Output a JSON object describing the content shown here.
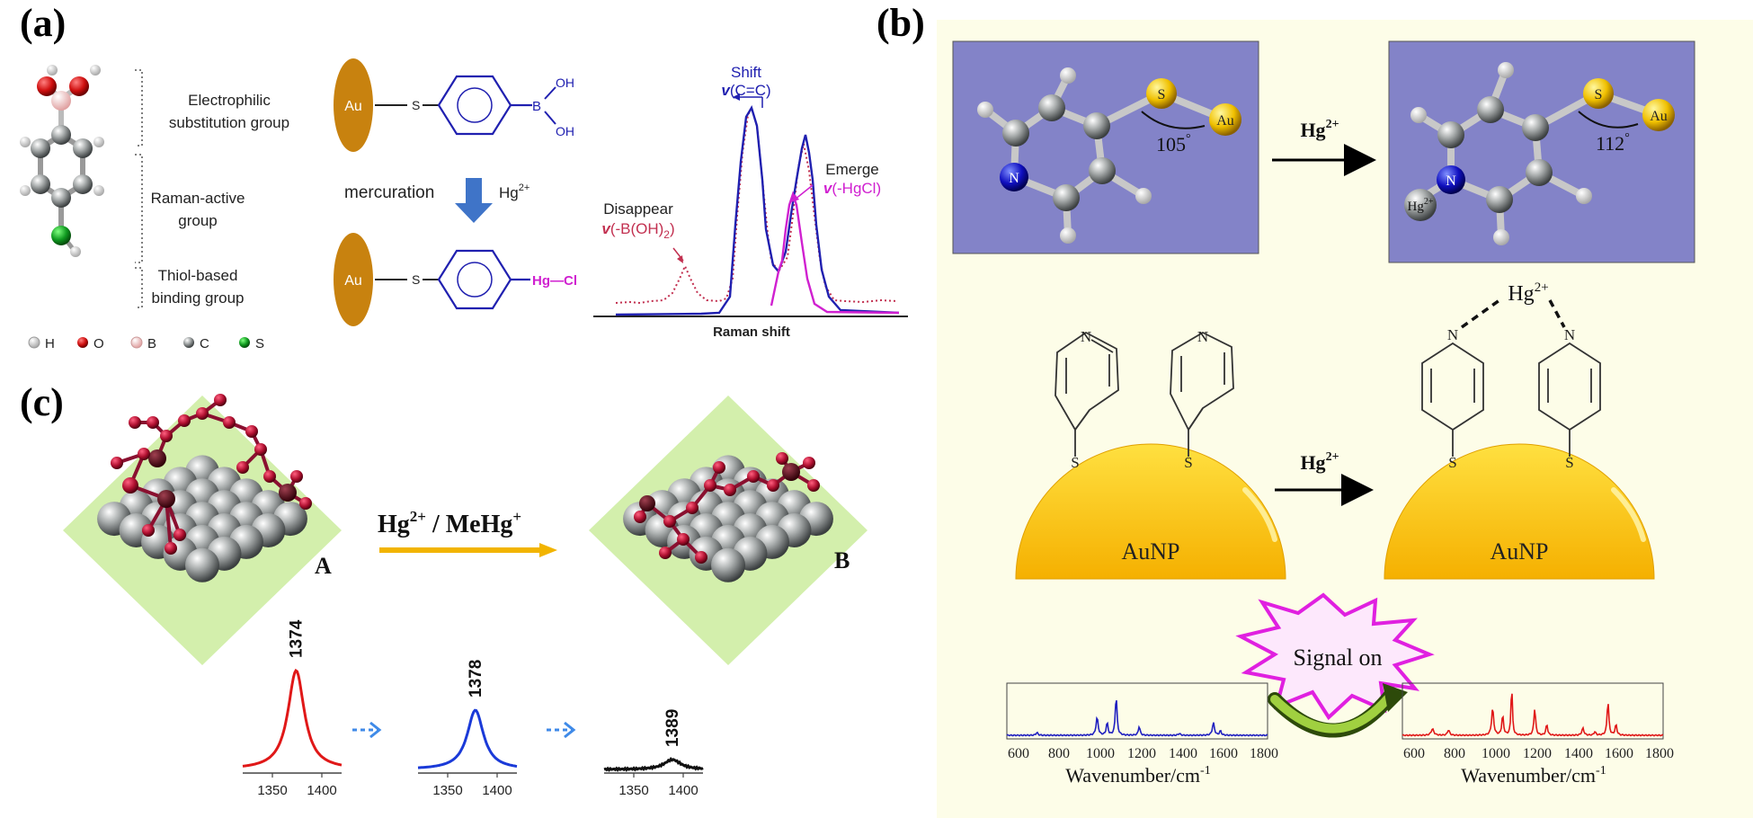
{
  "panel_a": {
    "label": "(a)",
    "groups": [
      "Electrophilic",
      "substitution group",
      "Raman-active",
      "group",
      "Thiol-based",
      "binding group"
    ],
    "legend": [
      {
        "sym": "H",
        "color": "#e8e8e8"
      },
      {
        "sym": "O",
        "color": "#d01818"
      },
      {
        "sym": "B",
        "color": "#f2c4c4"
      },
      {
        "sym": "C",
        "color": "#808080"
      },
      {
        "sym": "S",
        "color": "#1a9a2a"
      }
    ],
    "au": "Au",
    "s": "S",
    "b": "B",
    "oh": "OH",
    "mercuration": "mercuration",
    "hg2": "Hg",
    "hgcl": "Hg—Cl",
    "shift": "Shift",
    "v": "v",
    "cc": "(C=C)",
    "emerge": "Emerge",
    "hgcl_mode": "(-HgCl)",
    "disappear": "Disappear",
    "boh2_mode": "(-B(OH)",
    "boh2_close": ")",
    "xlabel": "Raman shift",
    "sup_2plus": "2+",
    "sub_2": "2"
  },
  "panel_b": {
    "label": "(b)",
    "angle1": "105",
    "angle2": "112",
    "au": "Au",
    "s": "S",
    "n": "N",
    "hg": "Hg",
    "hg_ion": "Hg",
    "sup_2plus": "2+",
    "arrow_label": "Hg",
    "aunp": "AuNP",
    "signal": "Signal on",
    "xlabel": "Wavenumber/cm",
    "sup_m1": "-1",
    "ticks": [
      "600",
      "800",
      "1000",
      "1200",
      "1400",
      "1600",
      "1800"
    ]
  },
  "panel_c": {
    "label": "(c)",
    "reagent": "Hg",
    "reagent_sup": "2+",
    "reagent_sep": " / MeHg",
    "reagent_sup2": "+",
    "surface_a": "A",
    "surface_b": "B",
    "peaks": [
      {
        "label": "1374",
        "color": "#e01818",
        "height": 1.0
      },
      {
        "label": "1378",
        "color": "#1a3ad8",
        "height": 0.6
      },
      {
        "label": "1389",
        "color": "#111111",
        "height": 0.1
      }
    ],
    "ticks": [
      "1350",
      "1400"
    ]
  },
  "colors": {
    "au": "#c8820f",
    "blue_arrow": "#3f74c8",
    "magenta": "#d020d0",
    "navy": "#1a1aa8",
    "panel_b_bg": "#fdfde8",
    "mol_box": "#8383c8",
    "gold": "#f5b800",
    "green_surface": "#d3efac"
  }
}
